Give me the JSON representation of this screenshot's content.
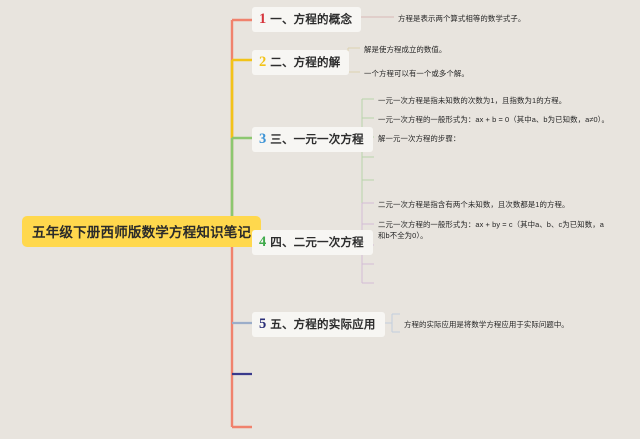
{
  "map": {
    "background_color": "#e8e4de",
    "root": {
      "title": "五年级下册西师版数学方程知识笔记",
      "fill_color": "#ffd84d",
      "text_color": "#2a2a2a"
    },
    "spine_color": "#f0826d",
    "branches": [
      {
        "number": "1",
        "number_color": "#d6343c",
        "connector_color": "#f0826d",
        "title": "一、方程的概念",
        "children": [
          {
            "text": "方程是表示两个算式相等的数学式子。"
          }
        ],
        "empty_stubs": 0
      },
      {
        "number": "2",
        "number_color": "#f2c318",
        "connector_color": "#f2c318",
        "title": "二、方程的解",
        "children": [
          {
            "text": "解是使方程成立的数值。"
          },
          {
            "text": "一个方程可以有一个或多个解。"
          }
        ],
        "empty_stubs": 0
      },
      {
        "number": "3",
        "number_color": "#3b93d6",
        "connector_color": "#8cc76f",
        "title": "三、一元一次方程",
        "children": [
          {
            "text": "一元一次方程是指未知数的次数为1，且指数为1的方程。"
          },
          {
            "text": "一元一次方程的一般形式为：ax + b = 0（其中a、b为已知数，a≠0）。"
          },
          {
            "text": "解一元一次方程的步骤："
          }
        ],
        "empty_stubs": 3
      },
      {
        "number": "4",
        "number_color": "#3faa4a",
        "connector_color": "#b07ab5",
        "title": "四、二元一次方程",
        "children": [
          {
            "text": "二元一次方程是指含有两个未知数，且次数都是1的方程。"
          },
          {
            "text": "二元一次方程的一般形式为：ax + by = c（其中a、b、c为已知数，a和b不全为0）。"
          }
        ],
        "empty_stubs": 3
      },
      {
        "number": "5",
        "number_color": "#2b2f78",
        "connector_color": "#9badc9",
        "title": "五、方程的实际应用",
        "children": [
          {
            "text": "方程的实际应用是将数学方程应用于实际问题中。"
          }
        ],
        "empty_stubs": 0
      },
      {
        "number": "",
        "number_color": "#2b2f78",
        "connector_color": "#3a3a8c",
        "title": "",
        "children": [],
        "empty_stubs": 0
      }
    ]
  }
}
